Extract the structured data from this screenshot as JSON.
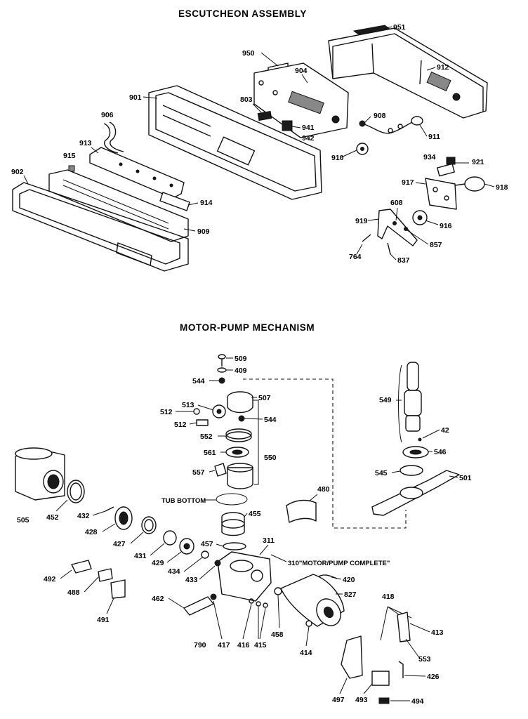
{
  "titles": {
    "escutcheon": "ESCUTCHEON ASSEMBLY",
    "motor_pump": "MOTOR-PUMP MECHANISM"
  },
  "captions": {
    "tub_bottom": "TUB BOTTOM",
    "motor_pump_complete": "310\"MOTOR/PUMP COMPLETE\""
  },
  "escutcheon_parts": [
    "951",
    "950",
    "904",
    "912",
    "901",
    "803",
    "906",
    "908",
    "941",
    "942",
    "911",
    "913",
    "915",
    "910",
    "934",
    "921",
    "902",
    "917",
    "918",
    "914",
    "608",
    "916",
    "919",
    "909",
    "857",
    "764",
    "837"
  ],
  "motor_pump_parts": [
    "509",
    "409",
    "544",
    "507",
    "513",
    "512",
    "512",
    "544",
    "549",
    "552",
    "42",
    "561",
    "550",
    "546",
    "557",
    "545",
    "501",
    "505",
    "480",
    "452",
    "432",
    "455",
    "428",
    "427",
    "311",
    "431",
    "457",
    "429",
    "434",
    "433",
    "420",
    "492",
    "488",
    "827",
    "462",
    "491",
    "418",
    "413",
    "417",
    "416",
    "415",
    "458",
    "414",
    "790",
    "553",
    "426",
    "497",
    "493",
    "494"
  ]
}
